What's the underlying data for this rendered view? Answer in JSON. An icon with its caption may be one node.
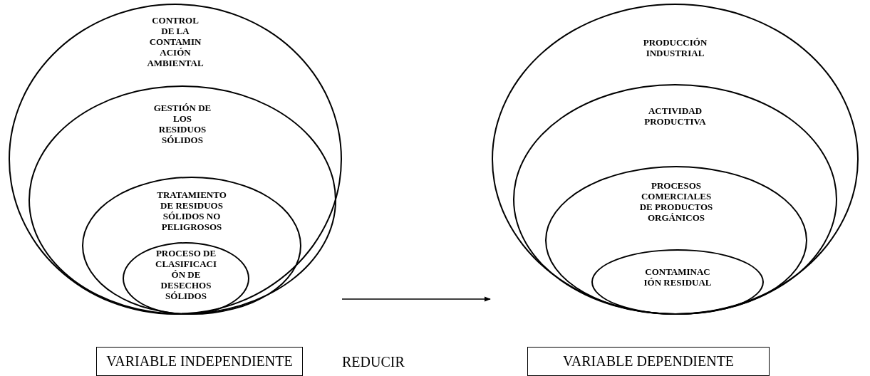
{
  "diagram": {
    "nodes": [
      {
        "text": [
          "CONTROL DE LA CONTAMINACIÓN AMBIENTAL"
        ]
      },
      {
        "text": [
          "GESTIÓN DE LOS RESIDUOS SÓLIDOS"
        ],
        "in": 0
      },
      {
        "text": [
          "TRATAMIENTO DE RESIDUOS SÓLIDOS NO PELIGROSOS"
        ],
        "in": 1
      },
      {
        "text": [
          "PROCESO DE CLASIFICACIÓN DE DESECHOS SÓLIDOS"
        ],
        "in": 2
      },
      {
        "text": [
          "PRODUCCIÓN INDUSTRIAL"
        ]
      },
      {
        "text": [
          "ACTIVIDAD PRODUCTIVA"
        ],
        "in": 4
      },
      {
        "text": [
          "PROCESOS COMERCIALES DE PRODUCTOS ORGÁNICOS"
        ],
        "in": 5
      },
      {
        "text": [
          "CONTAMINACIÓN RESIDUAL"
        ],
        "in": 6
      },
      {
        "text": [
          "VARIABLE INDEPENDIENTE"
        ]
      },
      {
        "text": [
          "VARIABLE DEPENDIENTE"
        ]
      }
    ],
    "edges": [
      {
        "from": 0,
        "to": 4,
        "arrow": "to"
      }
    ],
    "labels": [
      "REDUCIR"
    ]
  }
}
